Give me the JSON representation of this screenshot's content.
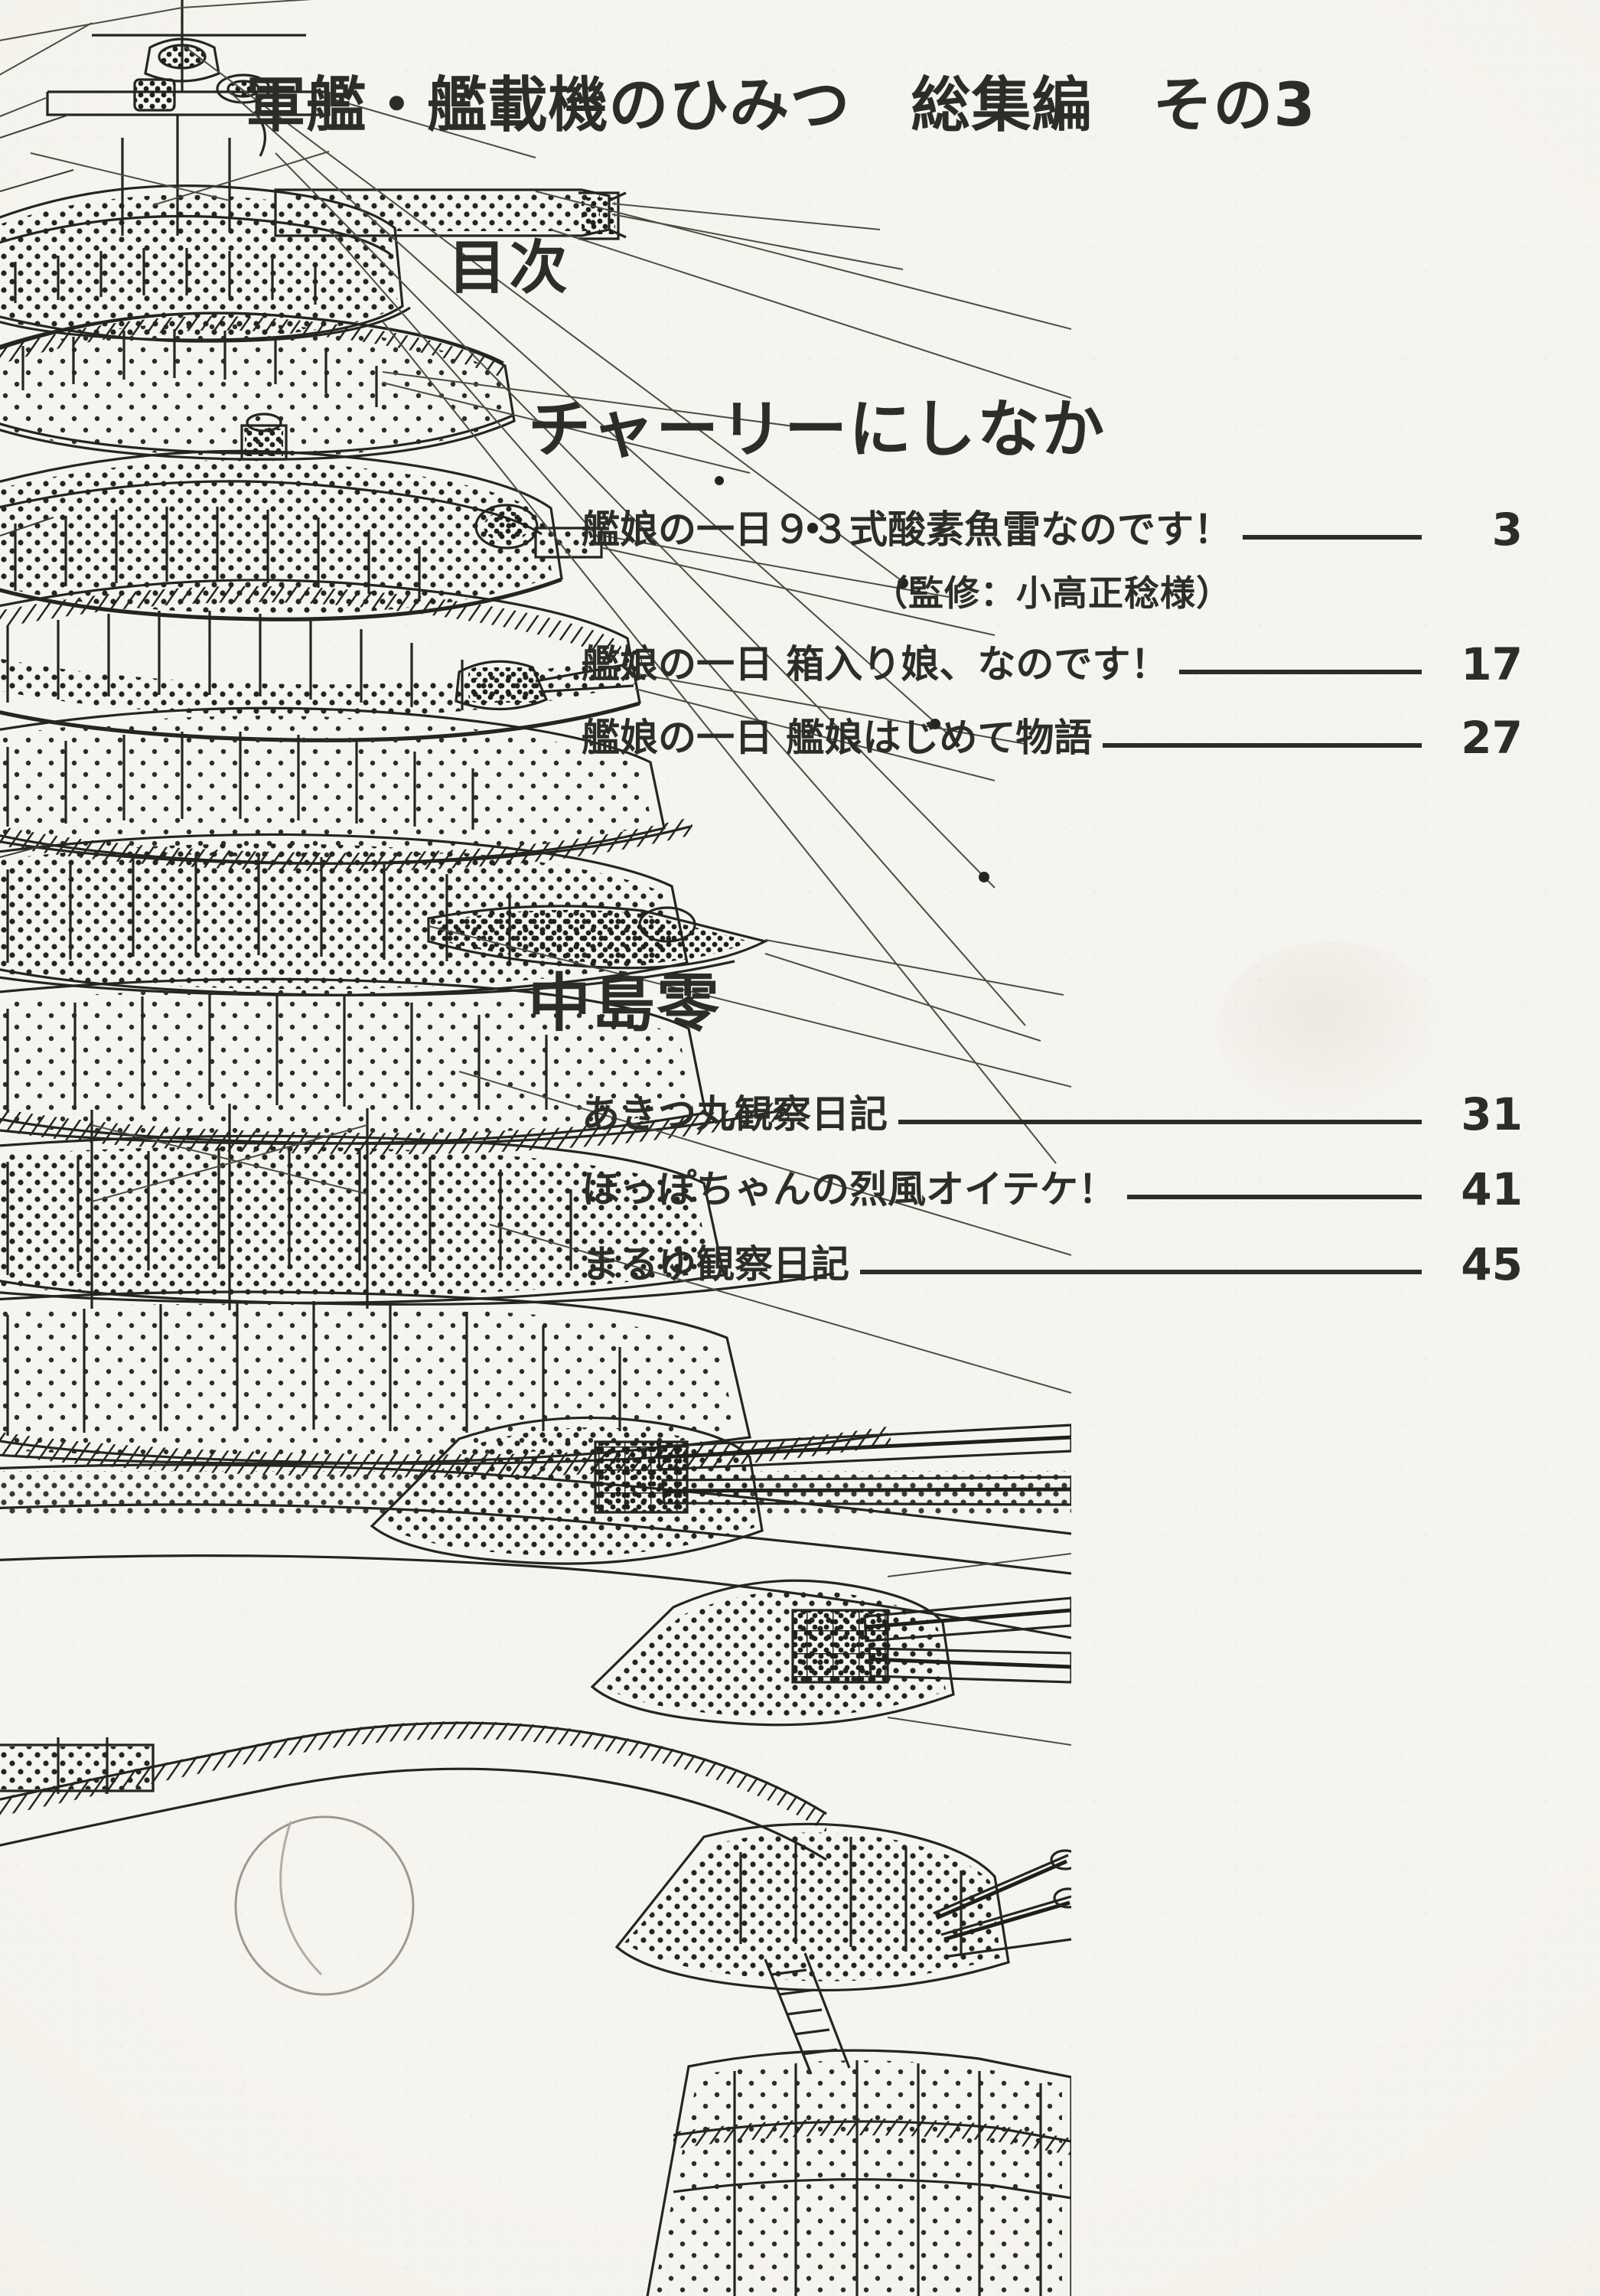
{
  "document": {
    "book_title": "軍艦・艦載機のひみつ　総集編　その3",
    "toc_heading": "目次"
  },
  "sections": [
    {
      "author": "チャーリーにしなか",
      "entries": [
        {
          "title": "艦娘の一日９３式酸素魚雷なのです！",
          "page": "3"
        },
        {
          "title": "艦娘の一日 箱入り娘、なのです！",
          "page": "17"
        },
        {
          "title": "艦娘の一日 艦娘はじめて物語",
          "page": "27"
        }
      ],
      "note": "（監修：小高正稔様）"
    },
    {
      "author": "中島零",
      "entries": [
        {
          "title": "あきつ丸観察日記",
          "page": "31"
        },
        {
          "title": "ほっぽちゃんの烈風オイテケ！",
          "page": "41"
        },
        {
          "title": "まるゆ観察日記",
          "page": "45"
        }
      ]
    }
  ],
  "illustration": {
    "name": "battleship-pagoda-mast-line-drawing",
    "description": "軍艦の艦橋・主砲の線画",
    "ink_color": "#2b2e27",
    "paper_color": "#f6f4ee"
  }
}
